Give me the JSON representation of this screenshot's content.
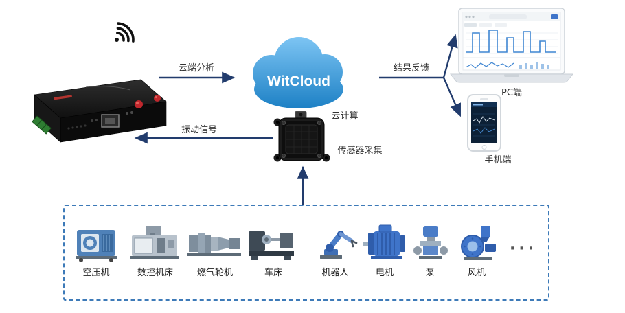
{
  "cloud": {
    "name": "WitCloud",
    "caption": "云计算"
  },
  "flows": {
    "cloud_analysis": "云端分析",
    "result_feedback": "结果反馈",
    "vibration_signal": "振动信号",
    "sensor_caption": "传感器采集"
  },
  "endpoints": {
    "pc": "PC端",
    "phone": "手机端"
  },
  "equipment": [
    {
      "name": "air-compressor",
      "label": "空压机"
    },
    {
      "name": "cnc-machine",
      "label": "数控机床"
    },
    {
      "name": "gas-turbine",
      "label": "燃气轮机"
    },
    {
      "name": "lathe",
      "label": "车床"
    },
    {
      "name": "robot",
      "label": "机器人"
    },
    {
      "name": "motor",
      "label": "电机"
    },
    {
      "name": "pump",
      "label": "泵"
    },
    {
      "name": "fan",
      "label": "风机"
    }
  ],
  "ellipsis": "···",
  "colors": {
    "arrow": "#223c6d",
    "cloud_top": "#7cc4f3",
    "cloud_bottom": "#1b7fc4",
    "dashed_border": "#3d7ab8",
    "device_body": "#111111",
    "accent_red": "#c0272d"
  }
}
